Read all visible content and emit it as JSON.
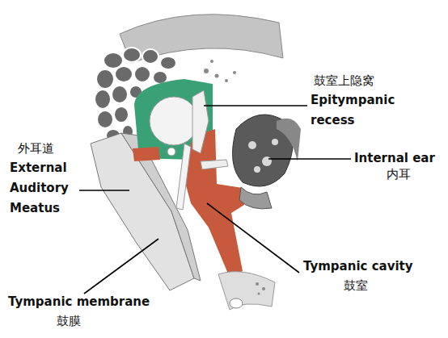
{
  "diagram": {
    "labels": [
      "鼓室上隐窝",
      "Epitympanic recess",
      "外耳道",
      "External Auditory Meatus",
      "Internal ear",
      "内耳",
      "Tympanic cavity",
      "鼓室",
      "Tympanic membrane",
      "鼓膜"
    ]
  }
}
